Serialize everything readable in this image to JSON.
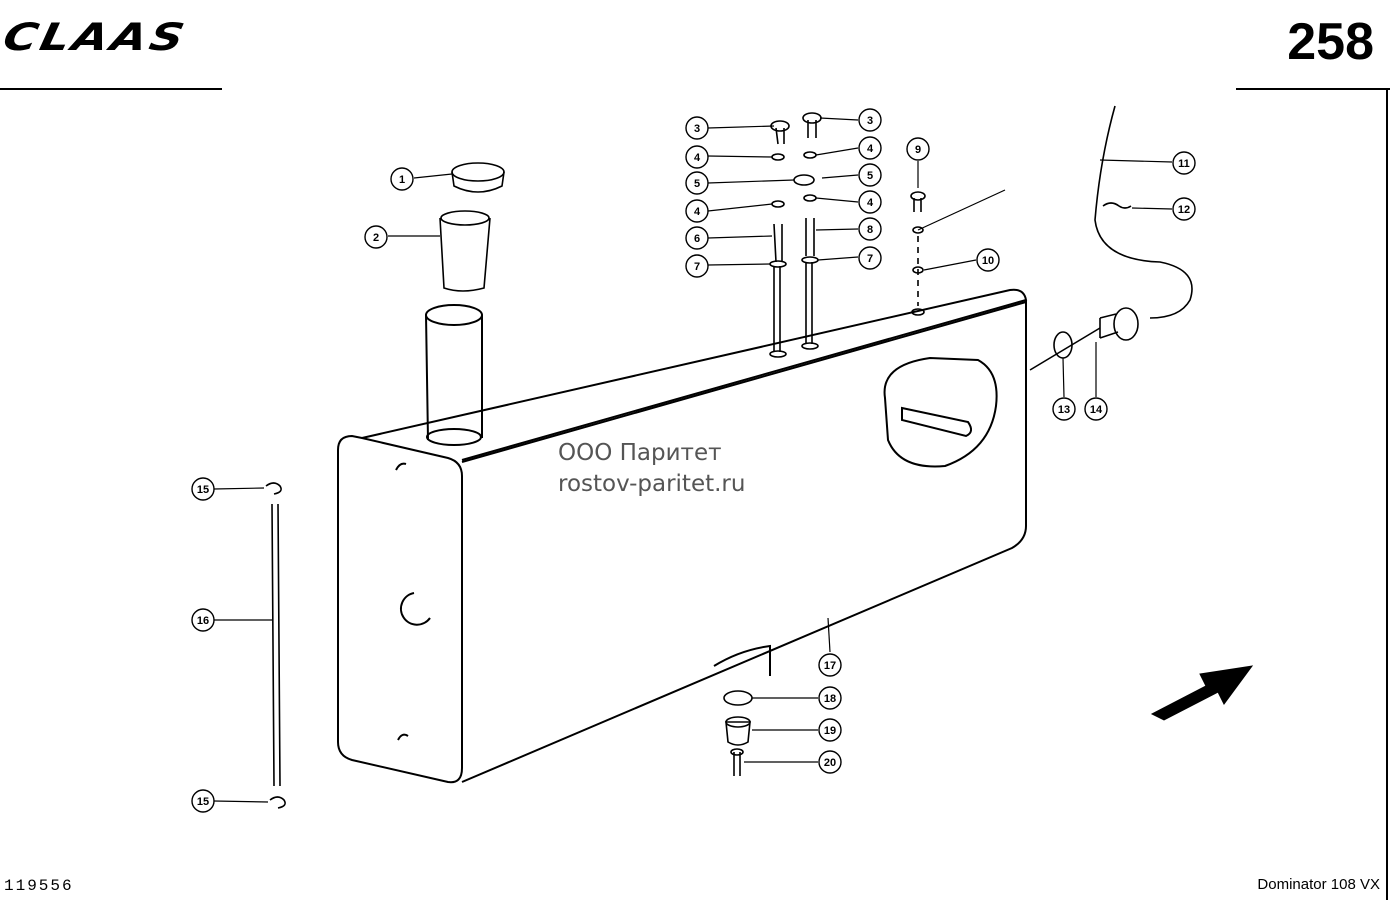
{
  "header": {
    "logo_text": "CLAAS",
    "page_number": "258"
  },
  "footer": {
    "drawing_number": "119556",
    "model_name": "Dominator 108 VX"
  },
  "watermark": {
    "line1": "ООО Паритет",
    "line2": "rostov-paritet.ru"
  },
  "callouts": [
    "1",
    "2",
    "3",
    "3",
    "4",
    "4",
    "5",
    "5",
    "4",
    "4",
    "6",
    "8",
    "7",
    "7",
    "9",
    "10",
    "11",
    "12",
    "13",
    "14",
    "15",
    "16",
    "15",
    "17",
    "18",
    "19",
    "20"
  ]
}
